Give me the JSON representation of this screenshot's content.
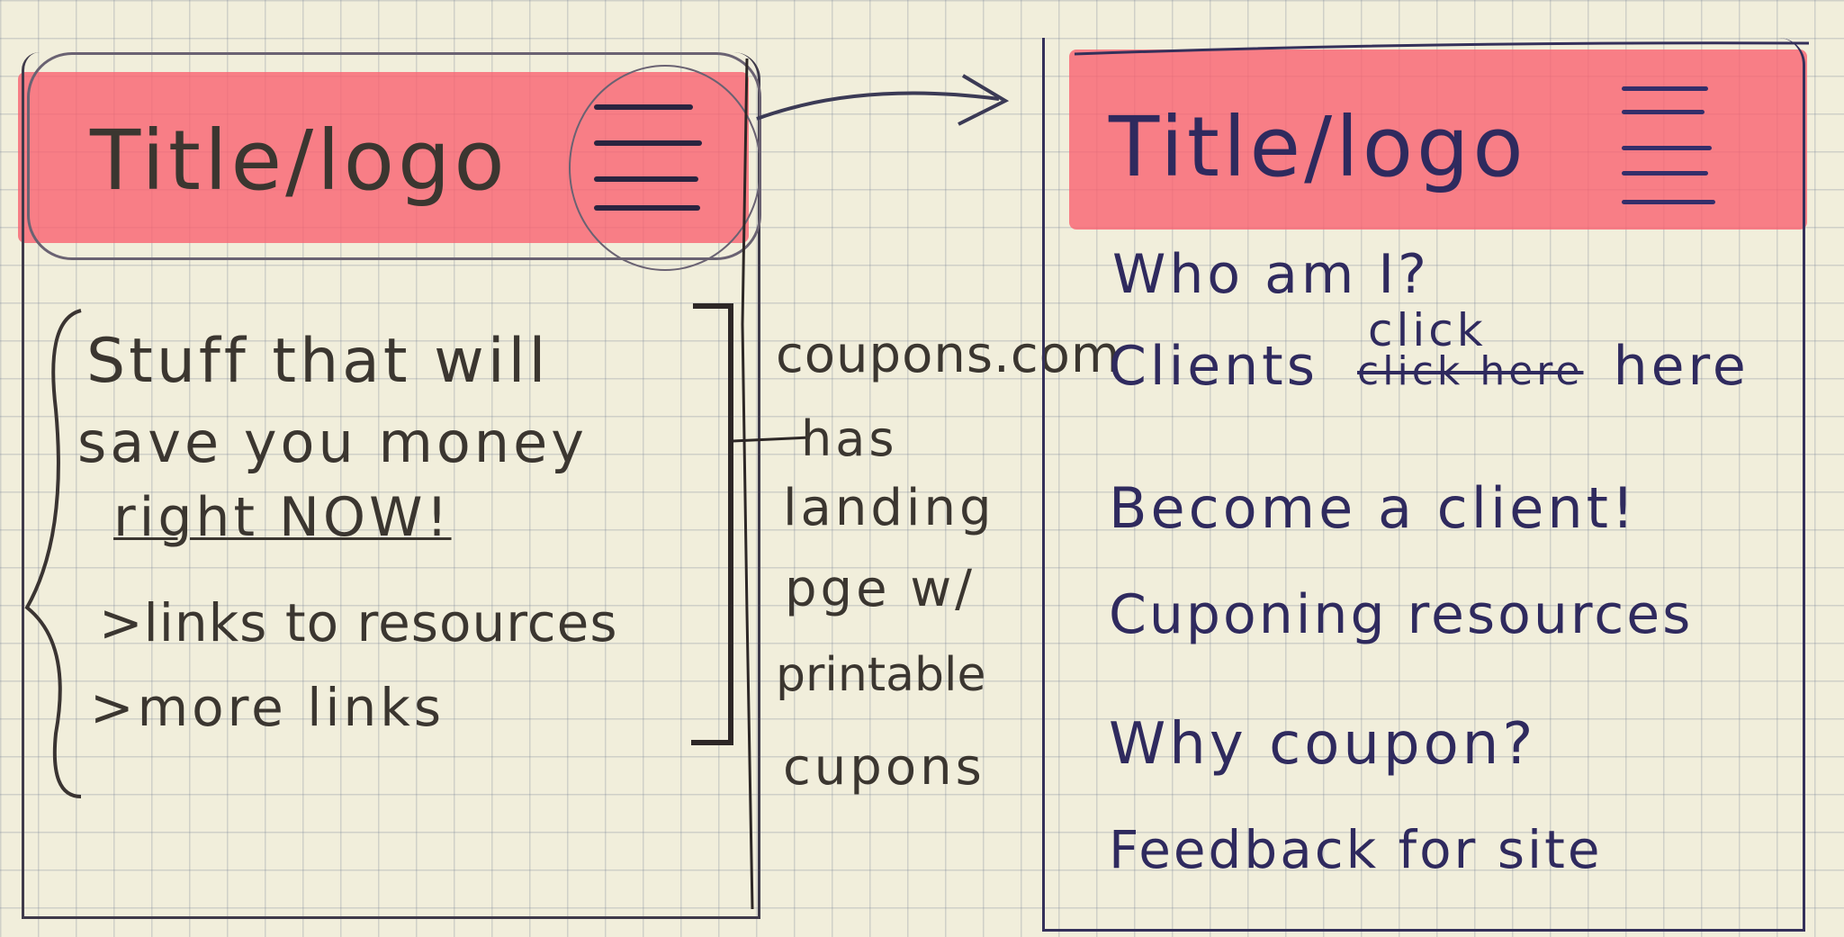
{
  "left_sketch": {
    "header": {
      "title": "Title/logo",
      "menu_icon": "hamburger-menu-icon"
    },
    "content": {
      "lines": [
        "Stuff that will",
        "save you money"
      ],
      "emphasis": "right NOW!",
      "bullets": [
        ">links to resources",
        ">more links"
      ]
    }
  },
  "annotation": [
    "coupons.com",
    "has",
    "landing",
    "pge w/",
    "printable",
    "cupons"
  ],
  "right_sketch": {
    "header": {
      "title": "Title/logo",
      "menu_icon": "hamburger-menu-icon"
    },
    "menu": {
      "item1": "Who am I?",
      "item2_prefix": "Clients",
      "item2_struck": "click here",
      "item2_insert": "click",
      "item2_suffix": "here",
      "item3": "Become a client!",
      "item4": "Cuponing resources",
      "item5": "Why coupon?",
      "item6": "Feedback for site"
    }
  },
  "colors": {
    "highlighter": "#fa5f6e",
    "paper": "#f1eedb",
    "pen": "#2f2a5e",
    "pencil": "#3b3630"
  }
}
